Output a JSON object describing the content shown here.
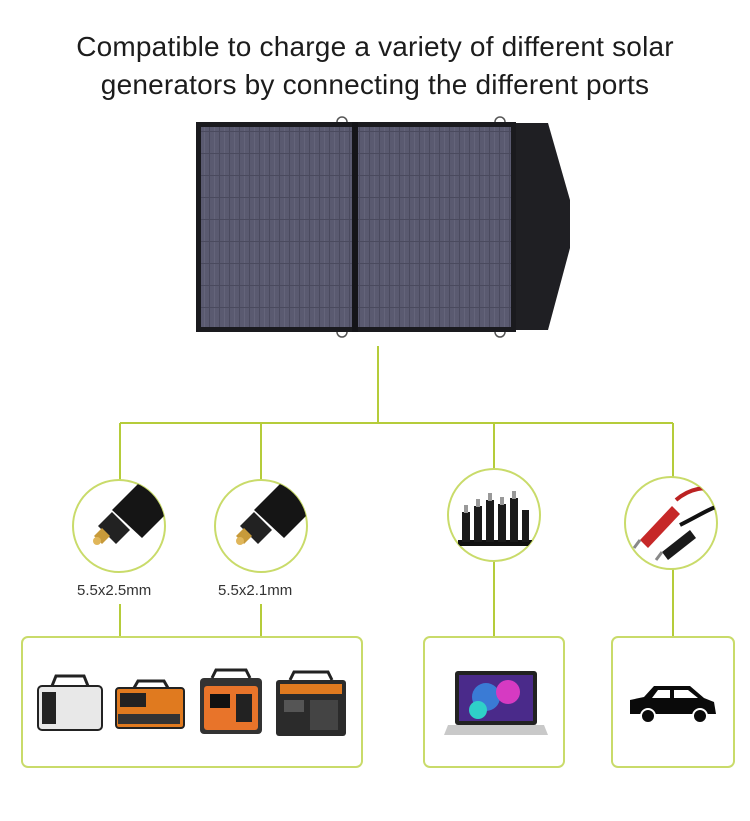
{
  "title": {
    "line1": "Compatible to charge a variety of different solar",
    "line2": "generators by connecting the different ports"
  },
  "ports": [
    {
      "label": "5.5x2.5mm",
      "icon": "dc-plug-icon"
    },
    {
      "label": "5.5x2.1mm",
      "icon": "dc-plug-icon"
    },
    {
      "label": "",
      "icon": "adapter-tips-icon"
    },
    {
      "label": "",
      "icon": "alligator-clamps-icon"
    }
  ],
  "devices": [
    {
      "name": "power-stations",
      "icons": [
        "power-station-icon",
        "power-station-icon",
        "power-station-icon",
        "power-station-icon"
      ]
    },
    {
      "name": "laptop",
      "icons": [
        "laptop-icon"
      ]
    },
    {
      "name": "car",
      "icons": [
        "car-icon"
      ]
    }
  ],
  "colors": {
    "connector_line": "#b5cc3a",
    "panel_cell": "#4a4a5c",
    "panel_frame": "#1e1e22",
    "frame_border": "#c9db6a"
  }
}
